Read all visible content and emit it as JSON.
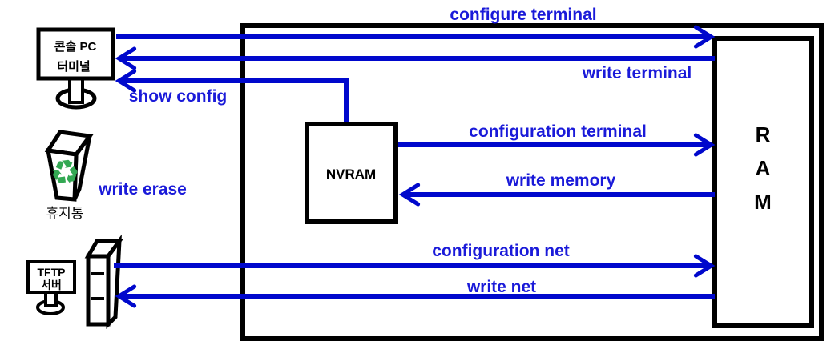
{
  "colors": {
    "line_blue": "#0008cc",
    "text_blue": "#1a1ad9",
    "black": "#000000",
    "recycle_green": "#33a853",
    "background": "#ffffff"
  },
  "nodes": {
    "console": {
      "line1": "콘솔 PC",
      "line2": "터미널"
    },
    "trash": {
      "label": "휴지통",
      "recycle_glyph": "♻"
    },
    "tftp": {
      "line1": "TFTP",
      "line2": "서버"
    },
    "nvram": {
      "label": "NVRAM"
    },
    "ram": {
      "letters": [
        "R",
        "A",
        "M"
      ]
    }
  },
  "commands": {
    "configure_terminal": "configure terminal",
    "write_terminal": "write terminal",
    "show_config": "show config",
    "configuration_terminal": "configuration terminal",
    "write_memory": "write memory",
    "configuration_net": "configuration net",
    "write_net": "write net",
    "write_erase": "write erase"
  }
}
